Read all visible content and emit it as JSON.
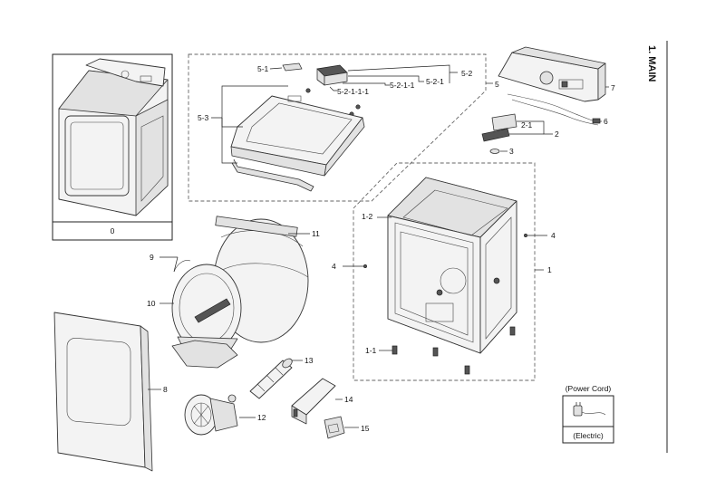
{
  "section_title": "1. MAIN",
  "assembly_label": "0",
  "power_cord": {
    "header": "(Power Cord)",
    "footer": "(Electric)"
  },
  "callouts": {
    "c1": "1",
    "c1_1": "1-1",
    "c1_2": "1-2",
    "c2": "2",
    "c2_1": "2-1",
    "c3": "3",
    "c4a": "4",
    "c4b": "4",
    "c5": "5",
    "c5_1": "5-1",
    "c5_2": "5-2",
    "c5_2_1": "5-2-1",
    "c5_2_1_1": "5-2-1-1",
    "c5_2_1_1_1": "5-2-1-1-1",
    "c5_3": "5-3",
    "c6": "6",
    "c7": "7",
    "c8": "8",
    "c9": "9",
    "c10": "10",
    "c11": "11",
    "c12": "12",
    "c13": "13",
    "c14": "14",
    "c15": "15"
  }
}
